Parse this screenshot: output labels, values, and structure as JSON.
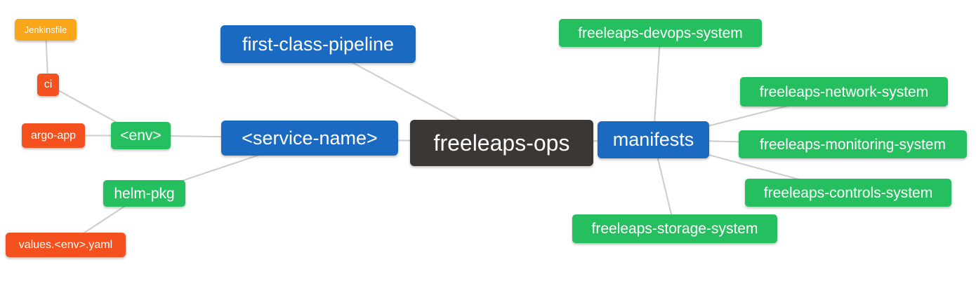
{
  "diagram_title": "freeleaps-ops",
  "colors": {
    "root": "#3B3735",
    "level1": "#1B6AC1",
    "level2": "#26BF5F",
    "level3": "#F4511E",
    "level4": "#F9A61A",
    "edge": "#CCCCCC",
    "text": "#FFFFFF",
    "background": "#FFFFFF"
  },
  "nodes": {
    "root": {
      "label": "freeleaps-ops"
    },
    "first_class_pipeline": {
      "label": "first-class-pipeline"
    },
    "service_name": {
      "label": "<service-name>"
    },
    "manifests": {
      "label": "manifests"
    },
    "env": {
      "label": "<env>"
    },
    "helm_pkg": {
      "label": "helm-pkg"
    },
    "ci": {
      "label": "ci"
    },
    "argo_app": {
      "label": "argo-app"
    },
    "jenkinsfile": {
      "label": "Jenkinsfile"
    },
    "values_env_yaml": {
      "label": "values.<env>.yaml"
    },
    "devops_system": {
      "label": "freeleaps-devops-system"
    },
    "network_system": {
      "label": "freeleaps-network-system"
    },
    "monitoring_system": {
      "label": "freeleaps-monitoring-system"
    },
    "controls_system": {
      "label": "freeleaps-controls-system"
    },
    "storage_system": {
      "label": "freeleaps-storage-system"
    }
  },
  "edges": [
    {
      "from": "jenkinsfile",
      "to": "ci"
    },
    {
      "from": "ci",
      "to": "env"
    },
    {
      "from": "argo_app",
      "to": "env"
    },
    {
      "from": "env",
      "to": "service_name"
    },
    {
      "from": "helm_pkg",
      "to": "service_name"
    },
    {
      "from": "values_env_yaml",
      "to": "helm_pkg"
    },
    {
      "from": "first_class_pipeline",
      "to": "root"
    },
    {
      "from": "service_name",
      "to": "root"
    },
    {
      "from": "root",
      "to": "manifests"
    },
    {
      "from": "manifests",
      "to": "devops_system"
    },
    {
      "from": "manifests",
      "to": "network_system"
    },
    {
      "from": "manifests",
      "to": "monitoring_system"
    },
    {
      "from": "manifests",
      "to": "controls_system"
    },
    {
      "from": "manifests",
      "to": "storage_system"
    }
  ]
}
